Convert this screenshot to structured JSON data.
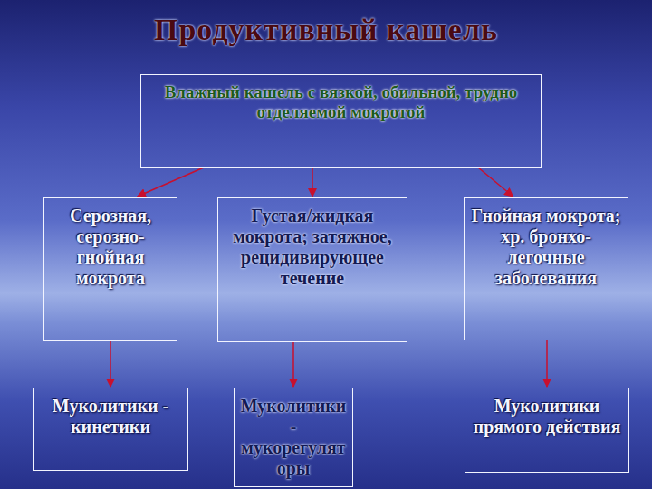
{
  "diagram": {
    "title": "Продуктивный кашель",
    "nodes": [
      {
        "text": [
          "Влажный кашель с вязкой, обильной, трудно отделяемой мокротой"
        ]
      },
      {
        "text": [
          "Серозная, серозно-гнойная мокрота"
        ]
      },
      {
        "text": [
          "Густая/жидкая мокрота; затяжное, рецидивирующее течение"
        ]
      },
      {
        "text": [
          "Гнойная мокрота; хр. бронхо-легочные заболевания"
        ]
      },
      {
        "text": [
          "Муколитики - кинетики"
        ]
      },
      {
        "text": [
          "Муколитики - мукорегуляторы"
        ]
      },
      {
        "text": [
          "Муколитики прямого действия"
        ]
      }
    ],
    "edges": [
      {
        "from": 0,
        "to": 1,
        "arrow": "to"
      },
      {
        "from": 0,
        "to": 2,
        "arrow": "to"
      },
      {
        "from": 0,
        "to": 3,
        "arrow": "to"
      },
      {
        "from": 1,
        "to": 4,
        "arrow": "to"
      },
      {
        "from": 2,
        "to": 5,
        "arrow": "to"
      },
      {
        "from": 3,
        "to": 6,
        "arrow": "to"
      }
    ]
  }
}
